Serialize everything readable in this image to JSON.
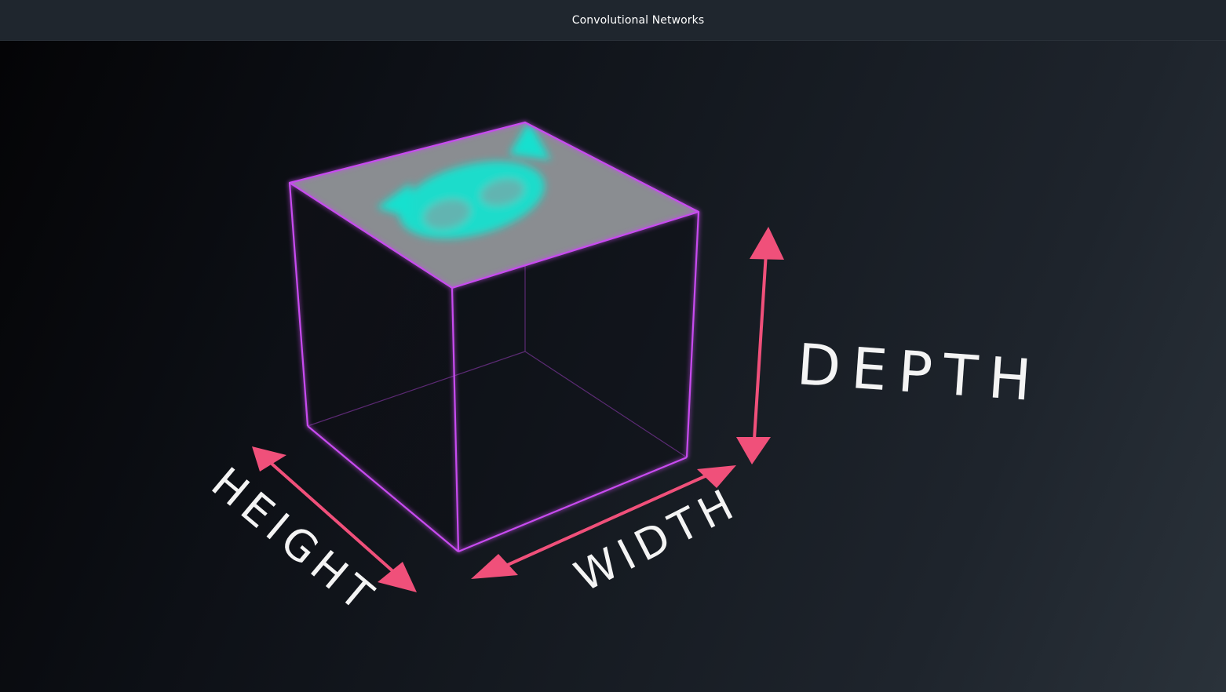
{
  "window": {
    "title": "Convolutional Networks"
  },
  "diagram": {
    "labels": {
      "depth": "DEPTH",
      "width": "WIDTH",
      "height": "HEIGHT"
    },
    "colors": {
      "cube_edge": "#c84cf0",
      "arrow": "#f0507a",
      "image_tint": "#16e0cf",
      "top_face": "#8a8d91",
      "label": "#f4f4f4",
      "title_bar": "#1f262e"
    },
    "top_face_image": "cat-icon"
  }
}
